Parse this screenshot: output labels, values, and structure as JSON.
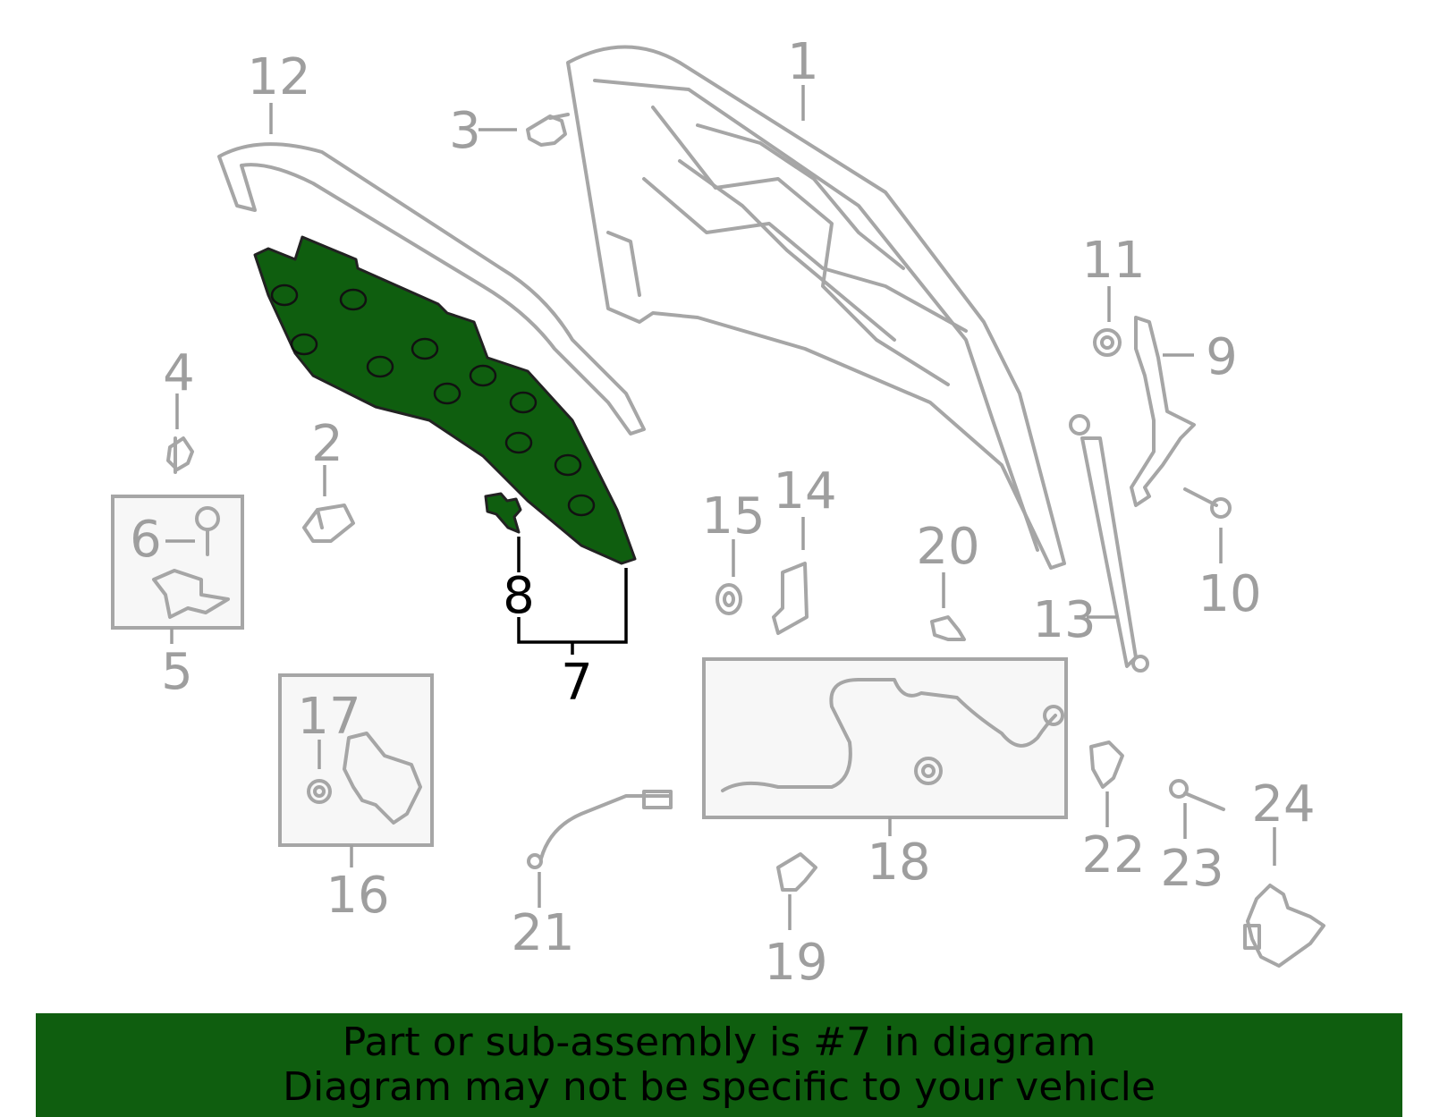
{
  "callouts": {
    "c1": "1",
    "c2": "2",
    "c3": "3",
    "c4": "4",
    "c5": "5",
    "c6": "6",
    "c7": "7",
    "c8": "8",
    "c9": "9",
    "c10": "10",
    "c11": "11",
    "c12": "12",
    "c13": "13",
    "c14": "14",
    "c15": "15",
    "c16": "16",
    "c17": "17",
    "c18": "18",
    "c19": "19",
    "c20": "20",
    "c21": "21",
    "c22": "22",
    "c23": "23",
    "c24": "24"
  },
  "highlighted_part": "7",
  "banner": {
    "line1": "Part or sub-assembly is #7 in diagram",
    "line2": "Diagram may not be specific to your vehicle"
  },
  "colors": {
    "highlight": "#0f5e0f",
    "line_art": "#a6a6a6",
    "callout_text": "#9e9e9e",
    "highlight_callout": "#000000"
  }
}
